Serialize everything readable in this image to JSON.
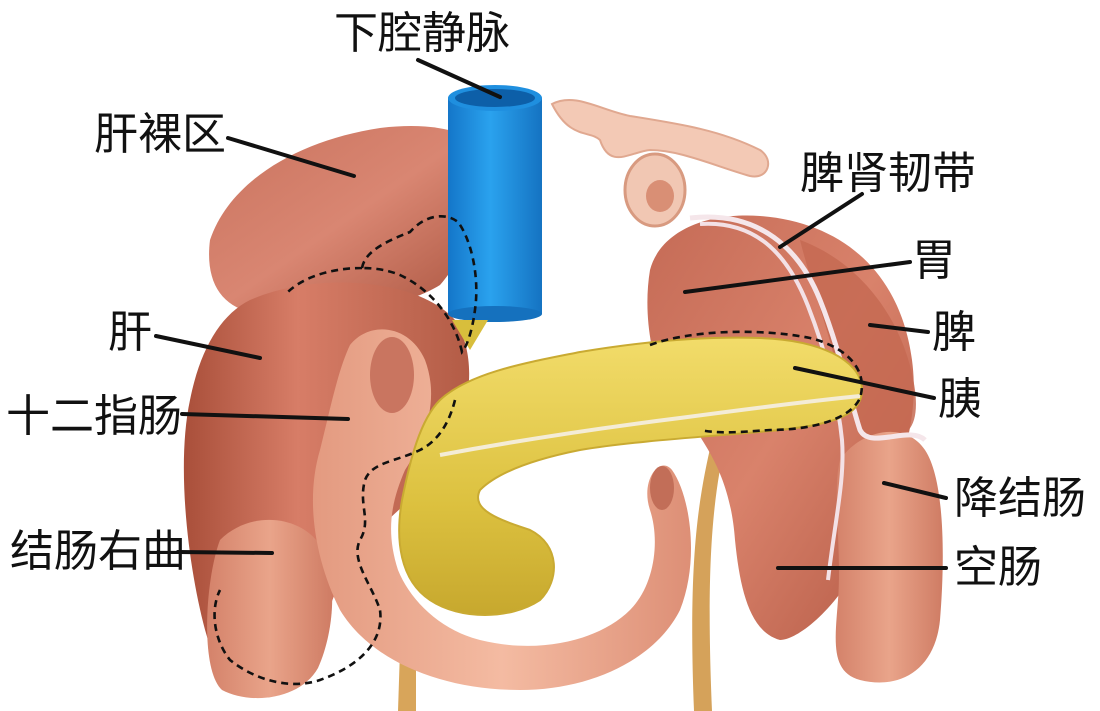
{
  "labels": {
    "ivc": "下腔静脉",
    "bare_area": "肝裸区",
    "liver": "肝",
    "duodenum": "十二指肠",
    "hepatic_flexure": "结肠右曲",
    "splenorenal_ligament": "脾肾韧带",
    "stomach": "胃",
    "spleen": "脾",
    "pancreas": "胰",
    "descending_colon": "降结肠",
    "jejunum": "空肠"
  }
}
